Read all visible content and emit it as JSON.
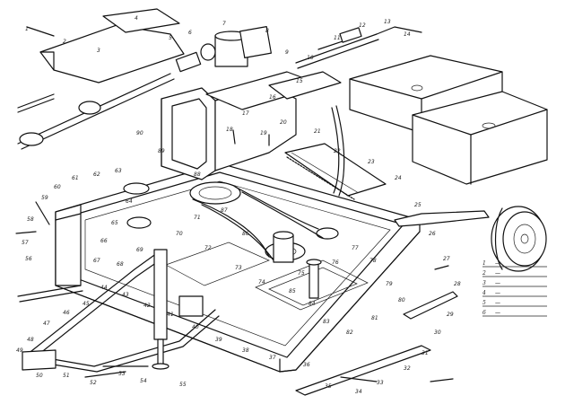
{
  "legend": {
    "items": [
      {
        "number": "1",
        "text": "—"
      },
      {
        "number": "2",
        "text": "—"
      },
      {
        "number": "3",
        "text": "—"
      },
      {
        "number": "4",
        "text": "—"
      },
      {
        "number": "5",
        "text": "—"
      },
      {
        "number": "6",
        "text": "—"
      }
    ]
  },
  "callouts": [
    "1",
    "2",
    "3",
    "4",
    "5",
    "6",
    "7",
    "8",
    "9",
    "10",
    "11",
    "12",
    "13",
    "14",
    "15",
    "16",
    "17",
    "18",
    "19",
    "20",
    "21",
    "22",
    "23",
    "24",
    "25",
    "26",
    "27",
    "28",
    "29",
    "30",
    "31",
    "32",
    "33",
    "34",
    "35",
    "36",
    "37",
    "38",
    "39",
    "40",
    "41",
    "42",
    "43",
    "44",
    "45",
    "46",
    "47",
    "48",
    "49",
    "50",
    "51",
    "52",
    "53",
    "54",
    "55",
    "56",
    "57",
    "58",
    "59",
    "60",
    "61",
    "62",
    "63",
    "64",
    "65",
    "66",
    "67",
    "68",
    "69",
    "70",
    "71",
    "72",
    "73",
    "74",
    "75",
    "76",
    "77",
    "78",
    "79",
    "80",
    "81",
    "82",
    "83",
    "84",
    "85",
    "86",
    "87",
    "88",
    "89",
    "90"
  ]
}
